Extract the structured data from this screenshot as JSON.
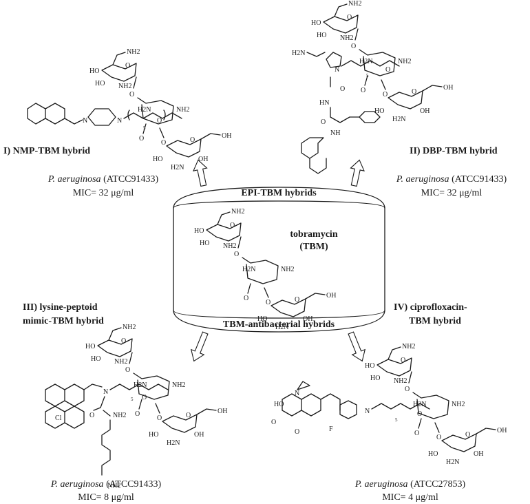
{
  "center": {
    "top_band": "EPI-TBM hybrids",
    "bottom_band": "TBM-antibacterial hybrids",
    "tbm_name": "tobramycin",
    "tbm_abbr": "(TBM)"
  },
  "hybrids": [
    {
      "id": "I",
      "title": "I) NMP-TBM hybrid",
      "organism": "P. aeruginosa",
      "strain": "(ATCC91433)",
      "mic": "MIC= 32 μg/ml"
    },
    {
      "id": "II",
      "title": "II) DBP-TBM hybrid",
      "organism": "P. aeruginosa",
      "strain": "(ATCC91433)",
      "mic": "MIC= 32 μg/ml"
    },
    {
      "id": "III",
      "title_line1": "III) lysine-peptoid",
      "title_line2": "mimic-TBM hybrid",
      "organism": "P. aeruginosa",
      "strain": "(ATCC91433)",
      "mic": "MIC= 8 μg/ml"
    },
    {
      "id": "IV",
      "title_line1": "IV) ciprofloxacin-",
      "title_line2": "TBM hybrid",
      "organism": "P. aeruginosa",
      "strain": "(ATCC27853)",
      "mic": "MIC= 4 μg/ml"
    }
  ],
  "atom_labels": {
    "ho": "HO",
    "oh": "OH",
    "nh2": "NH2",
    "h2n": "H2N",
    "o": "O",
    "n": "N",
    "nh": "NH",
    "hn": "HN",
    "cl": "Cl",
    "f": "F",
    "chain_index": "5"
  }
}
